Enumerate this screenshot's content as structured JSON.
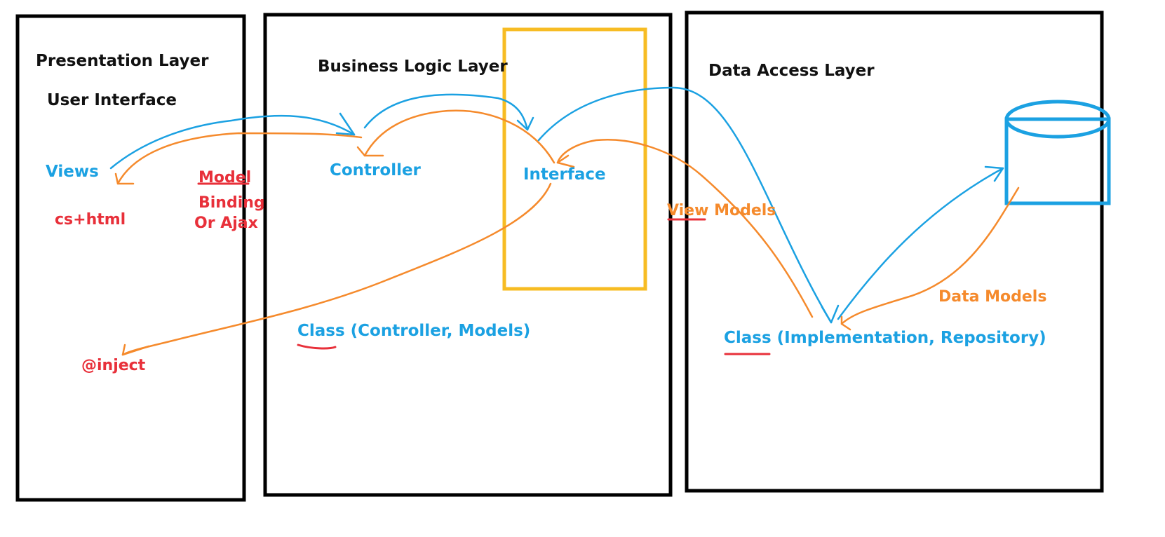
{
  "layers": {
    "presentation": {
      "title": "Presentation Layer",
      "subtitle": "User Interface",
      "views": "Views",
      "cshtml": "cs+html",
      "inject": "@inject"
    },
    "binding": {
      "line1": "Model",
      "line2": "Binding",
      "line3": "Or Ajax"
    },
    "business": {
      "title": "Business Logic Layer",
      "controller": "Controller",
      "interface": "Interface",
      "class": "Class (Controller, Models)"
    },
    "view_models": "View Models",
    "data_access": {
      "title": "Data Access Layer",
      "class": "Class (Implementation, Repository)",
      "data_models": "Data Models"
    }
  },
  "colors": {
    "box": "#000000",
    "interface_box": "#f7bc23",
    "blue": "#1ba1e2",
    "orange": "#f58a2c",
    "red": "#e8303a"
  }
}
